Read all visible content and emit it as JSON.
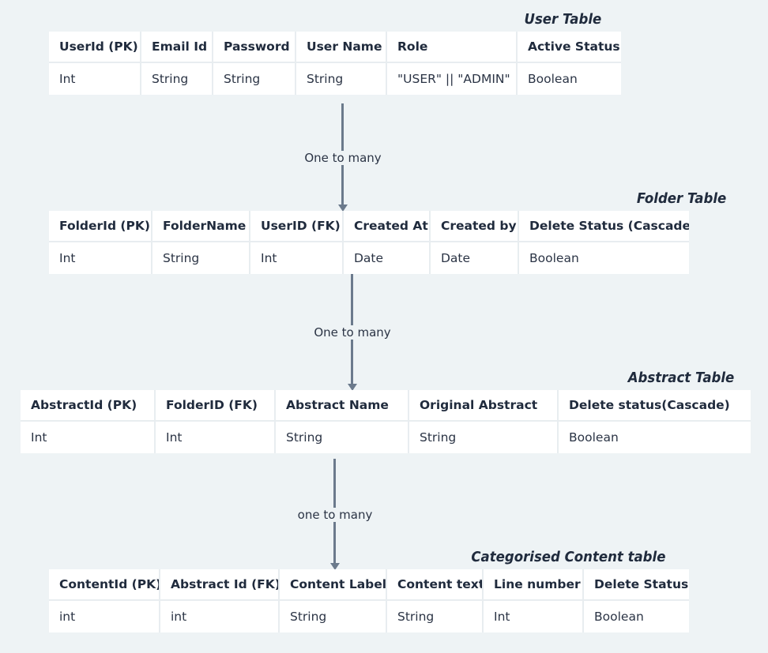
{
  "tables": {
    "user": {
      "title": "User Table",
      "headers": [
        "UserId (PK)",
        "Email Id",
        "Password",
        "User Name",
        "Role",
        "Active Status"
      ],
      "types": [
        "Int",
        "String",
        "String",
        "String",
        "\"USER\" || \"ADMIN\"",
        "Boolean"
      ]
    },
    "folder": {
      "title": "Folder Table",
      "headers": [
        "FolderId (PK)",
        "FolderName",
        "UserID (FK)",
        "Created At",
        "Created by",
        "Delete Status (Cascade)"
      ],
      "types": [
        "Int",
        "String",
        "Int",
        "Date",
        "Date",
        "Boolean"
      ]
    },
    "abstract": {
      "title": "Abstract Table",
      "headers": [
        "AbstractId (PK)",
        "FolderID (FK)",
        "Abstract Name",
        "Original Abstract",
        "Delete status(Cascade)"
      ],
      "types": [
        "Int",
        "Int",
        "String",
        "String",
        "Boolean"
      ]
    },
    "content": {
      "title": "Categorised Content table",
      "headers": [
        "ContentId (PK)",
        "Abstract Id (FK)",
        "Content Label",
        "Content text",
        "Line number",
        "Delete Status"
      ],
      "types": [
        "int",
        "int",
        "String",
        "String",
        "Int",
        "Boolean"
      ]
    }
  },
  "relations": [
    {
      "label": "One to many"
    },
    {
      "label": "One to many"
    },
    {
      "label": "one to many"
    }
  ]
}
